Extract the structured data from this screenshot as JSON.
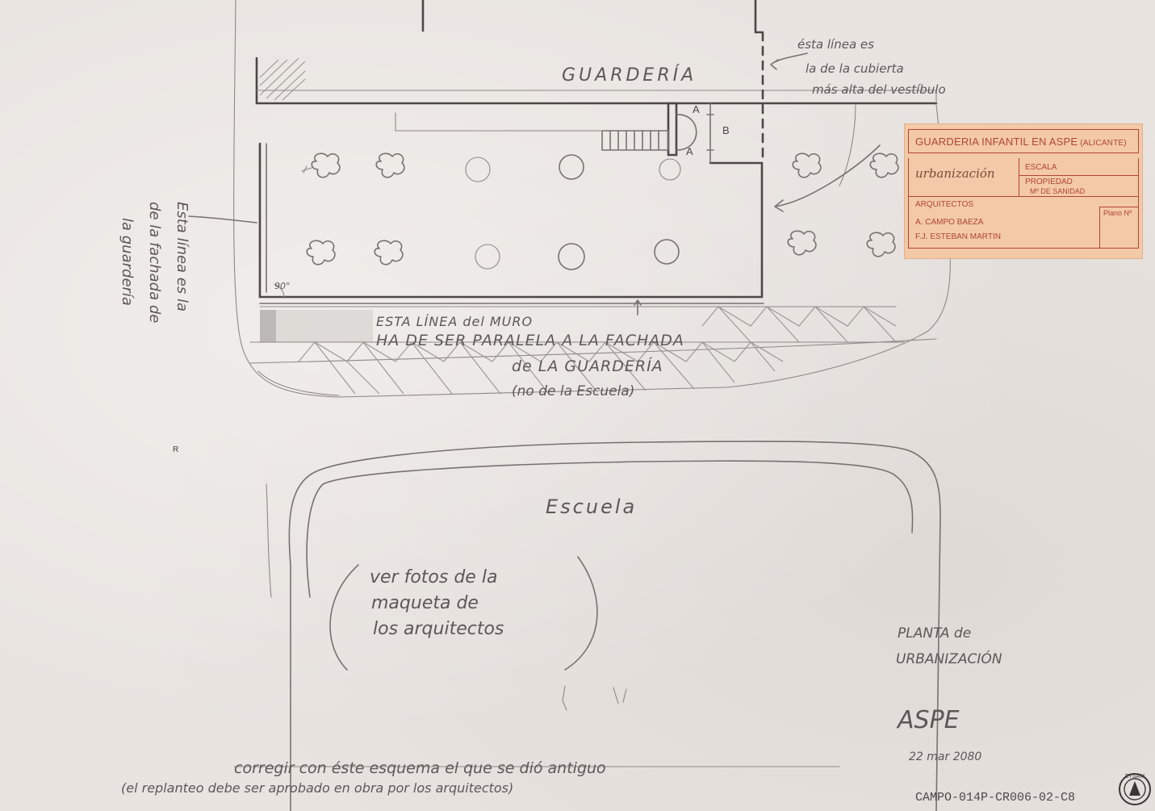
{
  "sketch": {
    "guarderia_label": "GUARDERÍA",
    "cubierta_note": [
      "ésta línea es",
      "la de la cubierta",
      "más alta del vestíbulo"
    ],
    "facade_note": [
      "Esta línea es la",
      "de la fachada de",
      "la guardería"
    ],
    "angle_label": "90°",
    "label_a": "A",
    "label_b": "B",
    "wall_note": [
      "ESTA LÍNEA del MURO",
      "HA DE SER PARALELA A LA FACHADA",
      "de LA GUARDERÍA",
      "(no de la Escuela)"
    ],
    "escuela_label": "Escuela",
    "fotos_note": [
      "ver fotos de la",
      "maqueta de",
      "los arquitectos"
    ],
    "plan_title": [
      "PLANTA de",
      "URBANIZACIÓN"
    ],
    "place": "ASPE",
    "date": "22 mar 2080",
    "bottom_note": [
      "corregir con éste esquema el que se dió antiguo",
      "(el replanteo debe ser aprobado en obra por los arquitectos)"
    ],
    "small_r": "R",
    "archive_code": "CAMPO-014P-CR006-02-C8",
    "seal_text": "ETSAM"
  },
  "title_block": {
    "project": "GUARDERIA INFANTIL EN ASPE",
    "project_location": "(ALICANTE)",
    "drawing_name": "urbanización",
    "escala_label": "ESCALA",
    "propiedad_label": "PROPIEDAD",
    "propietario": "Mº DE SANIDAD",
    "arquitectos_label": "ARQUITECTOS",
    "arquitecto_1": "A. CAMPO BAEZA",
    "arquitecto_2": "F.J. ESTEBAN MARTIN",
    "plano_label": "Plano Nº"
  },
  "colors": {
    "paper": "#e9e4e0",
    "pencil": "#77726f",
    "title_block_bg": "#f3c9a7",
    "title_block_ink": "#b0453a"
  }
}
